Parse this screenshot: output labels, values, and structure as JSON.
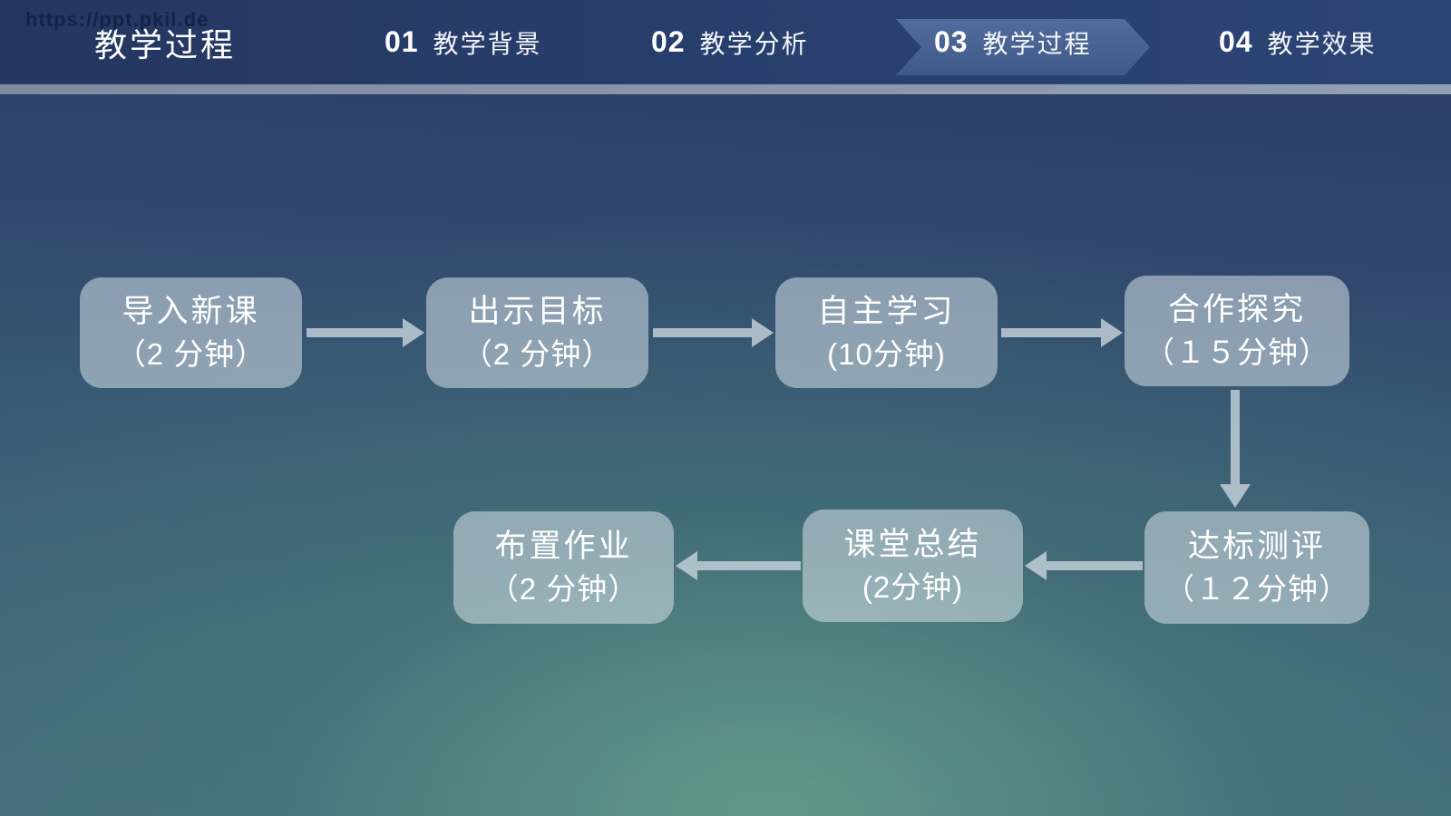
{
  "watermark": "https://ppt.pkil.de",
  "header": {
    "title": "教学过程",
    "nav": [
      {
        "num": "01",
        "label": "教学背景",
        "active": false
      },
      {
        "num": "02",
        "label": "教学分析",
        "active": false
      },
      {
        "num": "03",
        "label": "教学过程",
        "active": true
      },
      {
        "num": "04",
        "label": "教学效果",
        "active": false
      }
    ]
  },
  "flow": {
    "boxes": [
      {
        "name": "导入新课",
        "time": "（2 分钟）"
      },
      {
        "name": "出示目标",
        "time": "（2 分钟）"
      },
      {
        "name": "自主学习",
        "time": "(10分钟)"
      },
      {
        "name": "合作探究",
        "time": "（１５分钟）"
      },
      {
        "name": "达标测评",
        "time": "（１２分钟）"
      },
      {
        "name": "课堂总结",
        "time": "(2分钟)"
      },
      {
        "name": "布置作业",
        "time": "（2 分钟）"
      }
    ],
    "sequence": "导入新课 → 出示目标 → 自主学习 → 合作探究 → 达标测评 → 课堂总结 → 布置作业"
  },
  "colors": {
    "nav_bg": "#243760",
    "chevron": "#496392",
    "divider": "#8894a9",
    "bg_top": "#2a3e66",
    "bg_bottom_glow": "#5c9183",
    "box_fill": "rgba(214,224,232,0.55)",
    "arrow": "rgba(192,206,215,0.85)"
  }
}
